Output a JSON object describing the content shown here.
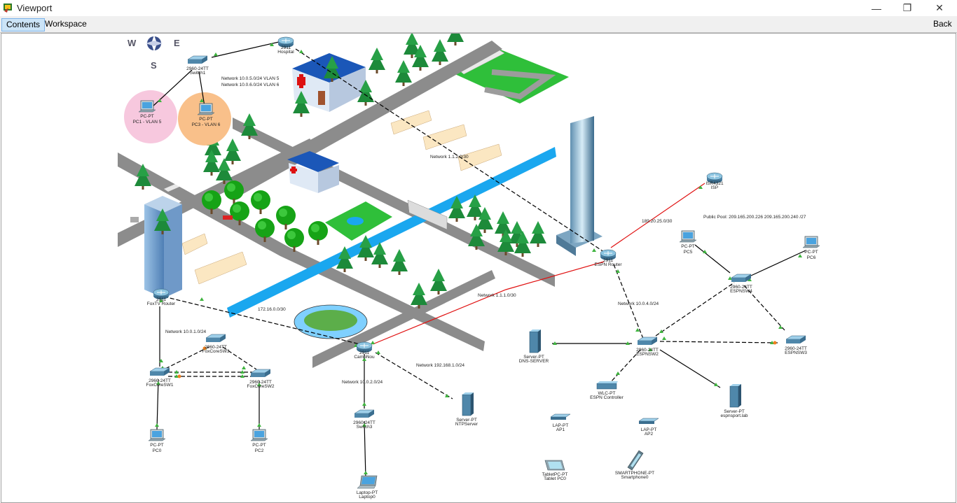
{
  "window": {
    "title": "Viewport"
  },
  "toolbar": {
    "contents_label": "Contents",
    "workspace_label": "Workspace",
    "back_label": "Back"
  },
  "compass": {
    "w": "W",
    "e": "E",
    "s": "S"
  },
  "networks": {
    "hospital_vlans_1": "Network 10.0.5.0/24 VLAN 5",
    "hospital_vlans_2": "Network 10.0.6.0/24 VLAN 6",
    "n_1_1_2": "Network 1.1.2.0/30",
    "n_1_1_1": "Network 1.1.1.0/30",
    "n_189": "189.20.25.0/30",
    "public_pool": "Public Pool:  209.165.200.226 209.165.200.240 /27",
    "n_10_0_4": "Network 10.0.4.0/24",
    "n_172": "172.16.0.0/30",
    "n_10_0_1": "Network 10.0.1.0/24",
    "n_192": "Network 192.168.1.0/24",
    "n_10_0_2": "Network 10.0.2.0/24"
  },
  "devices": {
    "hospital_router": {
      "type": "2911",
      "name": "Hospital"
    },
    "switch1": {
      "type": "2960-24TT",
      "name": "Switch1"
    },
    "pc1": {
      "type": "PC-PT",
      "name": "PC1 - VLAN 5"
    },
    "pc3": {
      "type": "PC-PT",
      "name": "PC3 - VLAN 6"
    },
    "isp": {
      "type": "ISR4321",
      "name": "ISP"
    },
    "espn_router": {
      "type": "2911",
      "name": "ESPN Router"
    },
    "pc5": {
      "type": "PC-PT",
      "name": "PC5"
    },
    "pc6": {
      "type": "PC-PT",
      "name": "PC6"
    },
    "espnsw4": {
      "type": "2960-24TT",
      "name": "ESPNSW4"
    },
    "espnsw2": {
      "type": "2960-24TT",
      "name": "ESPNSW2"
    },
    "espnsw3": {
      "type": "2960-24TT",
      "name": "ESPNSW3"
    },
    "dns_server": {
      "type": "Server-PT",
      "name": "DNS-SERVER"
    },
    "wlc": {
      "type": "WLC-PT",
      "name": "ESPN Controller"
    },
    "espnsport_server": {
      "type": "Server-PT",
      "name": "espnsport.lab"
    },
    "ap1": {
      "type": "LAP-PT",
      "name": "AP1"
    },
    "ap2": {
      "type": "LAP-PT",
      "name": "AP2"
    },
    "tablet": {
      "type": "TabletPC-PT",
      "name": "Tablet PC0"
    },
    "smartphone": {
      "type": "SMARTPHONE-PT",
      "name": "Smartphone0"
    },
    "foxtv_router": {
      "type": "2911",
      "name": "FoxTV Router"
    },
    "foxcoresw3": {
      "type": "2960-24TT",
      "name": "FoxCoreSW3"
    },
    "foxcoresw1": {
      "type": "2960-24TT",
      "name": "FoxCoreSW1"
    },
    "foxcoresw2": {
      "type": "2960-24TT",
      "name": "FoxCoreSW2"
    },
    "pc0": {
      "type": "PC-PT",
      "name": "PC0"
    },
    "pc2": {
      "type": "PC-PT",
      "name": "PC2"
    },
    "campnou": {
      "type": "2911",
      "name": "CampNou"
    },
    "ntp_server": {
      "type": "Server-PT",
      "name": "NTPServer"
    },
    "switch3": {
      "type": "2960-24TT",
      "name": "Switch3"
    },
    "laptop0": {
      "type": "Laptop-PT",
      "name": "Laptop0"
    }
  },
  "colors": {
    "grass": "#2fbf3a",
    "road": "#8c8c8c",
    "water": "#1aa7ef",
    "red_link": "#e01010",
    "pc1_circle": "#f7c8de",
    "pc3_circle": "#f9c08a"
  }
}
